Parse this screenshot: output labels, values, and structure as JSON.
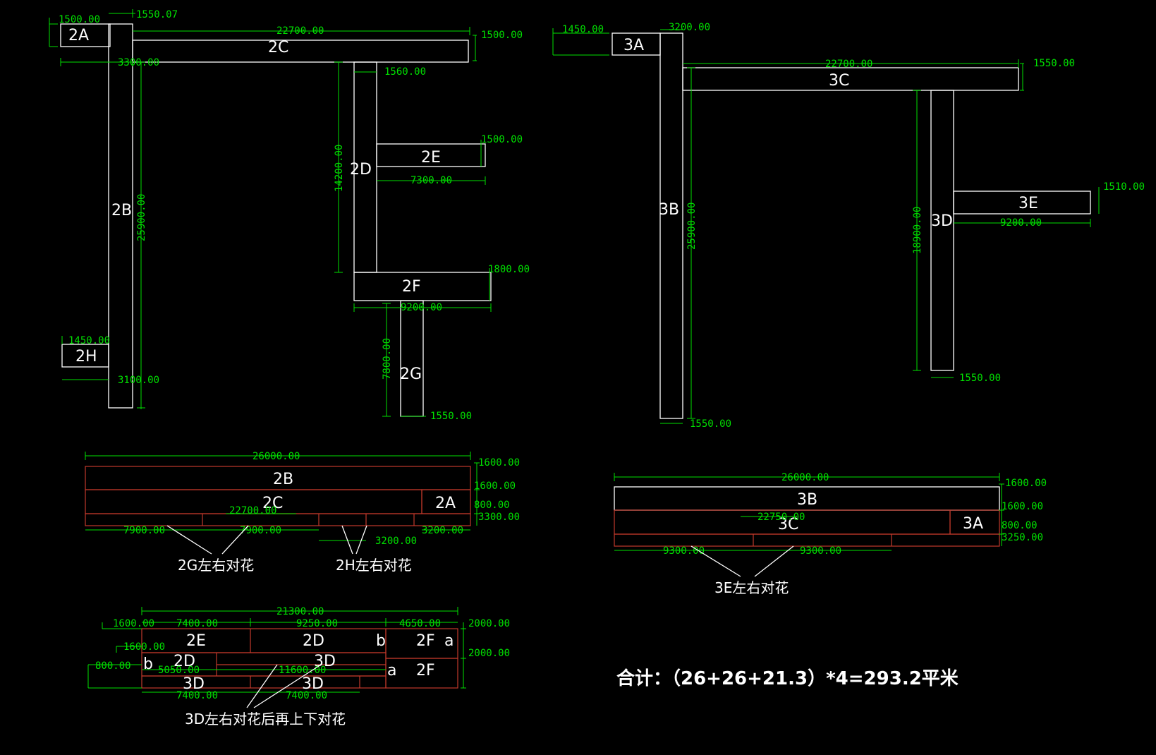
{
  "colors": {
    "background": "#000000",
    "outline": "#ffffff",
    "dimension": "#00e000",
    "cut_line": "#c0392b"
  },
  "panels": {
    "a2": "2A",
    "b2": "2B",
    "c2": "2C",
    "d2": "2D",
    "e2": "2E",
    "f2": "2F",
    "g2": "2G",
    "h2": "2H",
    "a3": "3A",
    "b3": "3B",
    "c3": "3C",
    "d3": "3D",
    "e3": "3E",
    "low_a": "a",
    "low_b": "b"
  },
  "dims": {
    "d1500_00": "1500.00",
    "d1550_07": "1550.07",
    "d22700_00": "22700.00",
    "d3300_00": "3300.00",
    "d1560_00": "1560.00",
    "d14200_00": "14200.00",
    "d7300_00": "7300.00",
    "d1800_00": "1800.00",
    "d9200_00": "9200.00",
    "d7800_00": "7800.00",
    "d1550_00": "1550.00",
    "d25900_00": "25900.00",
    "d1450_00": "1450.00",
    "d3100_00": "3100.00",
    "d3200_00": "3200.00",
    "d18900_00": "18900.00",
    "d1510_00": "1510.00",
    "d26000_00": "26000.00",
    "d1600_00": "1600.00",
    "d800_00": "800.00",
    "d7900_00": "7900.00",
    "d22750_00": "22750.00",
    "d9300_00": "9300.00",
    "d3250_00": "3250.00",
    "d21300_00": "21300.00",
    "d7400_00": "7400.00",
    "d9250_00": "9250.00",
    "d4650_00": "4650.00",
    "d2000_00": "2000.00",
    "d5050_00": "5050.00",
    "d11600_00": "11600.00"
  },
  "notes": {
    "g2": "2G左右对花",
    "h2": "2H左右对花",
    "e3": "3E左右对花",
    "d3": "3D左右对花后再上下对花"
  },
  "total": "合计：（26+26+21.3）*4=293.2平米"
}
